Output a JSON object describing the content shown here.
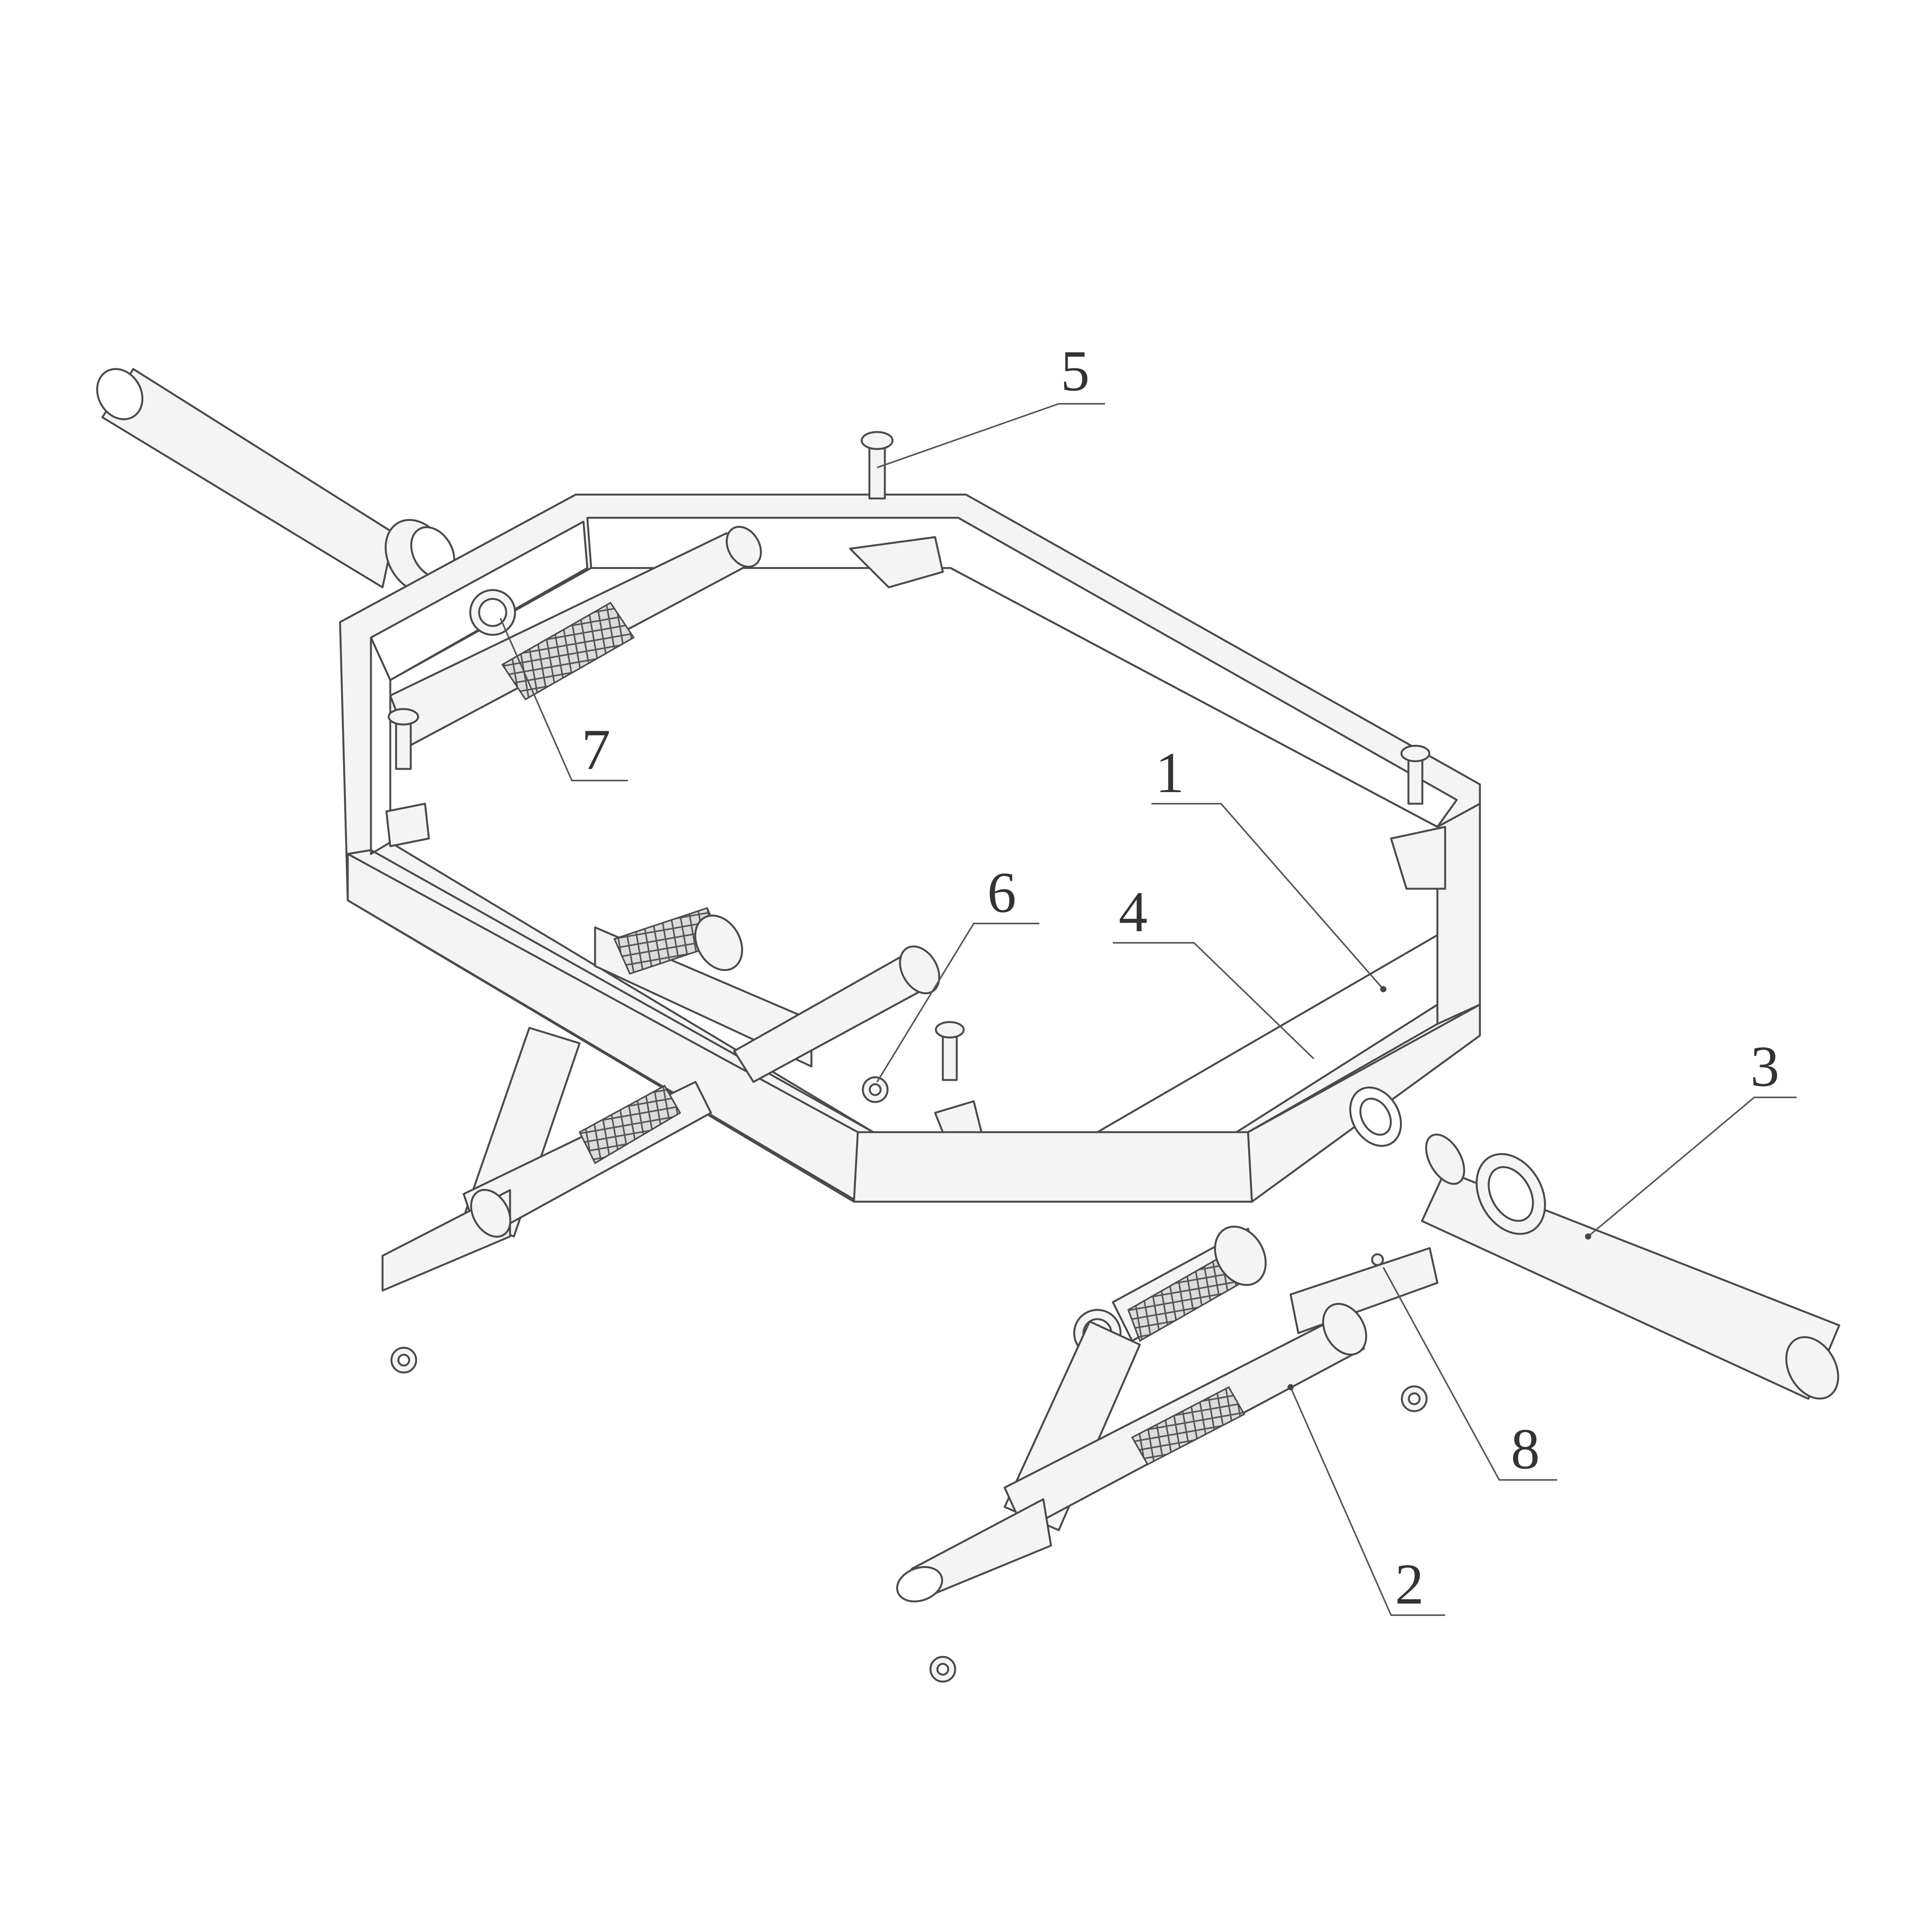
{
  "callouts": [
    {
      "id": "1",
      "label": "1"
    },
    {
      "id": "2",
      "label": "2"
    },
    {
      "id": "3",
      "label": "3"
    },
    {
      "id": "4",
      "label": "4"
    },
    {
      "id": "5",
      "label": "5"
    },
    {
      "id": "6",
      "label": "6"
    },
    {
      "id": "7",
      "label": "7"
    },
    {
      "id": "8",
      "label": "8"
    }
  ],
  "colors": {
    "line": "#4a4a4a",
    "fill": "#f4f4f4",
    "background": "#ffffff"
  }
}
